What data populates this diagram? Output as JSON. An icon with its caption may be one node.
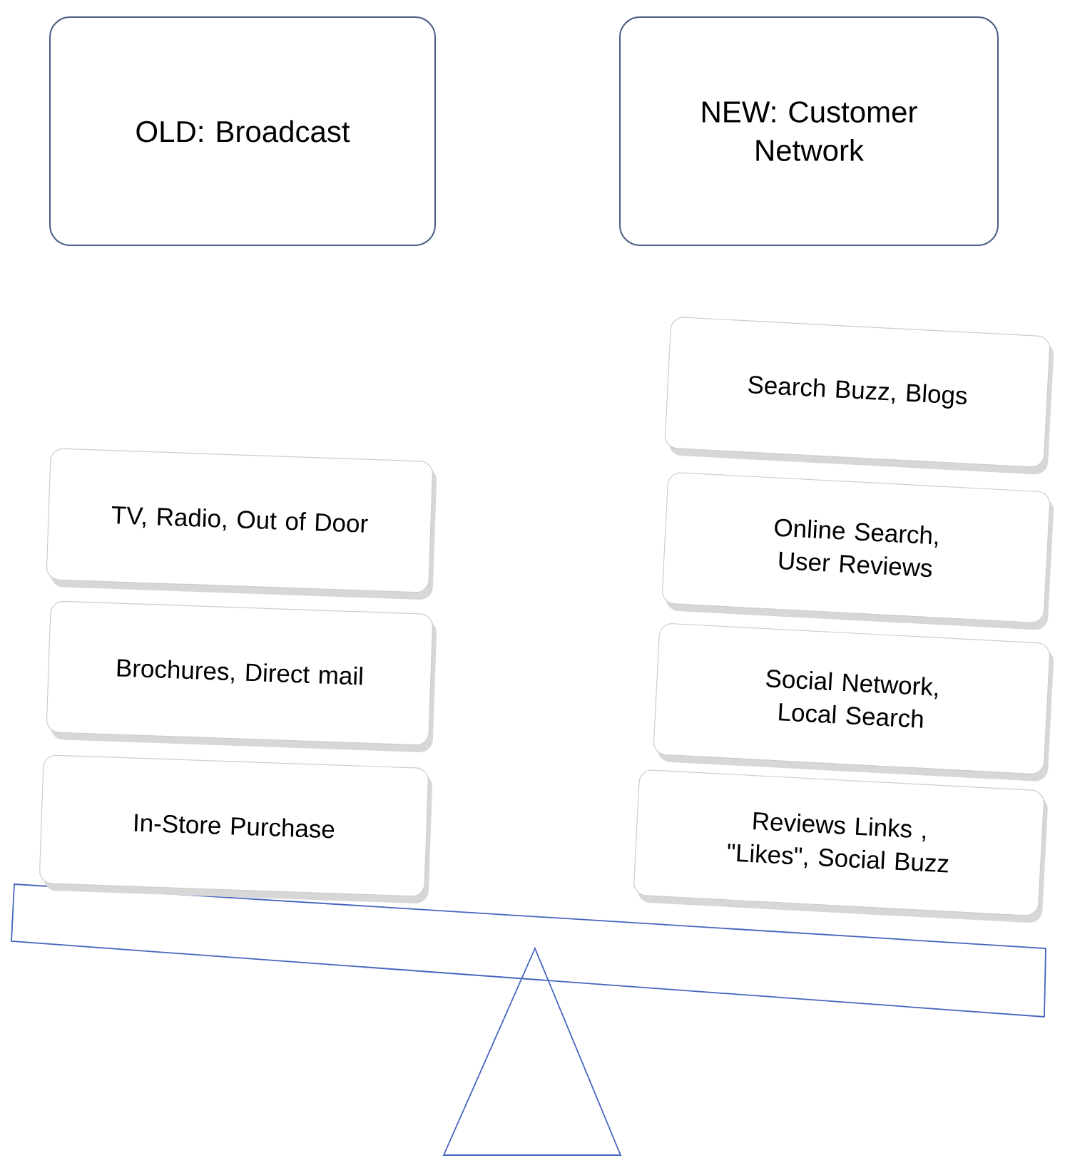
{
  "diagram": {
    "nodes": [
      {
        "text": [
          "OLD: Broadcast"
        ]
      },
      {
        "text": [
          "NEW: Customer Network"
        ]
      },
      {
        "text": [
          "TV, Radio, Out of Door"
        ]
      },
      {
        "text": [
          "Brochures, Direct mail"
        ]
      },
      {
        "text": [
          "In-Store Purchase"
        ]
      },
      {
        "text": [
          "Search Buzz, Blogs"
        ]
      },
      {
        "text": [
          "Online Search, User Reviews"
        ]
      },
      {
        "text": [
          "Social Network, Local Search"
        ]
      },
      {
        "text": [
          "Reviews Links , \"Likes\", Social Buzz"
        ]
      }
    ]
  }
}
